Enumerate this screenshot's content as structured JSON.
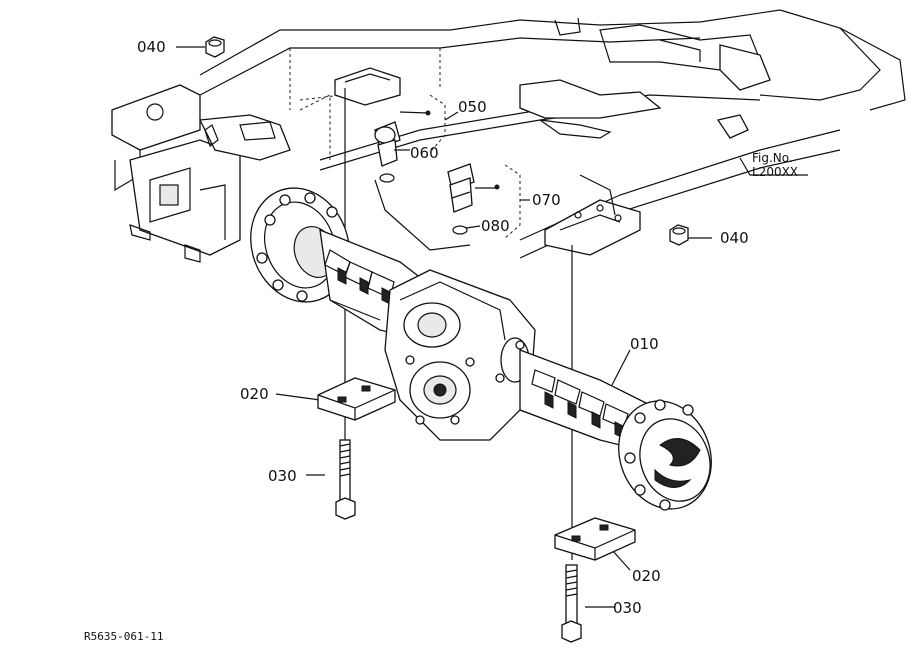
{
  "diagram": {
    "part_labels": [
      "040",
      "050",
      "060",
      "070",
      "080",
      "040",
      "010",
      "020",
      "030",
      "020",
      "030"
    ],
    "fig_ref_label": "Fig.No.",
    "fig_ref_value": "L200XX",
    "drawing_number": "R5635-061-11"
  }
}
